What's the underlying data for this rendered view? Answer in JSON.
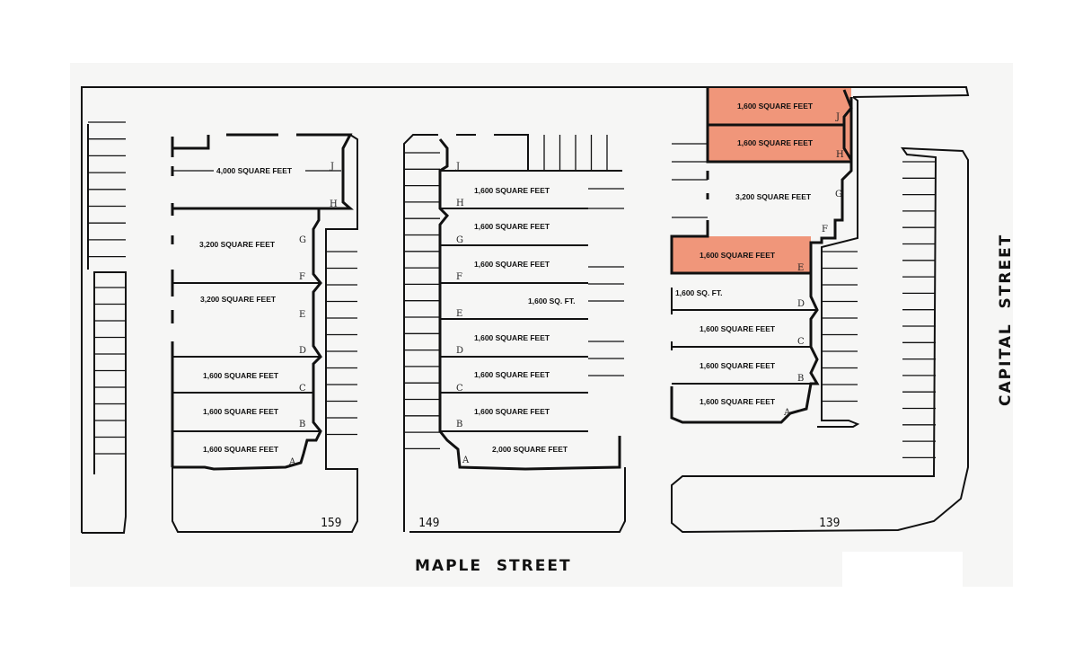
{
  "streets": {
    "maple": "MAPLE  STREET",
    "capital": "CAPITAL  STREET"
  },
  "highlight_color": "#f0967a",
  "buildings": [
    {
      "number": "159",
      "units": [
        {
          "letter": "J",
          "area": "4,000 SQUARE FEET"
        },
        {
          "letter": "H",
          "area": ""
        },
        {
          "letter": "G",
          "area": "3,200 SQUARE FEET"
        },
        {
          "letter": "F",
          "area": ""
        },
        {
          "letter": "E",
          "area": "3,200 SQUARE FEET"
        },
        {
          "letter": "D",
          "area": ""
        },
        {
          "letter": "C",
          "area": "1,600 SQUARE FEET"
        },
        {
          "letter": "B",
          "area": "1,600 SQUARE FEET"
        },
        {
          "letter": "A",
          "area": "1,600 SQUARE FEET"
        }
      ]
    },
    {
      "number": "149",
      "units": [
        {
          "letter": "J",
          "area": ""
        },
        {
          "letter": "H",
          "area": "1,600 SQUARE FEET"
        },
        {
          "letter": "G",
          "area": "1,600 SQUARE FEET"
        },
        {
          "letter": "F",
          "area": "1,600 SQUARE FEET"
        },
        {
          "letter": "E",
          "area": "1,600 SQ.  FT."
        },
        {
          "letter": "D",
          "area": "1,600 SQUARE FEET"
        },
        {
          "letter": "C",
          "area": "1,600 SQUARE FEET"
        },
        {
          "letter": "B",
          "area": "1,600 SQUARE FEET"
        },
        {
          "letter": "A",
          "area": "2,000 SQUARE FEET"
        }
      ]
    },
    {
      "number": "139",
      "units": [
        {
          "letter": "J",
          "area": "1,600 SQUARE FEET",
          "highlighted": true
        },
        {
          "letter": "H",
          "area": "1,600 SQUARE FEET",
          "highlighted": true
        },
        {
          "letter": "G",
          "area": "3,200 SQUARE FEET"
        },
        {
          "letter": "F",
          "area": ""
        },
        {
          "letter": "E",
          "area": "1,600 SQUARE FEET",
          "highlighted": true
        },
        {
          "letter": "D",
          "area": "1,600 SQ. FT."
        },
        {
          "letter": "C",
          "area": "1,600 SQUARE FEET"
        },
        {
          "letter": "B",
          "area": "1,600 SQUARE FEET"
        },
        {
          "letter": "A",
          "area": "1,600 SQUARE FEET"
        }
      ]
    }
  ]
}
